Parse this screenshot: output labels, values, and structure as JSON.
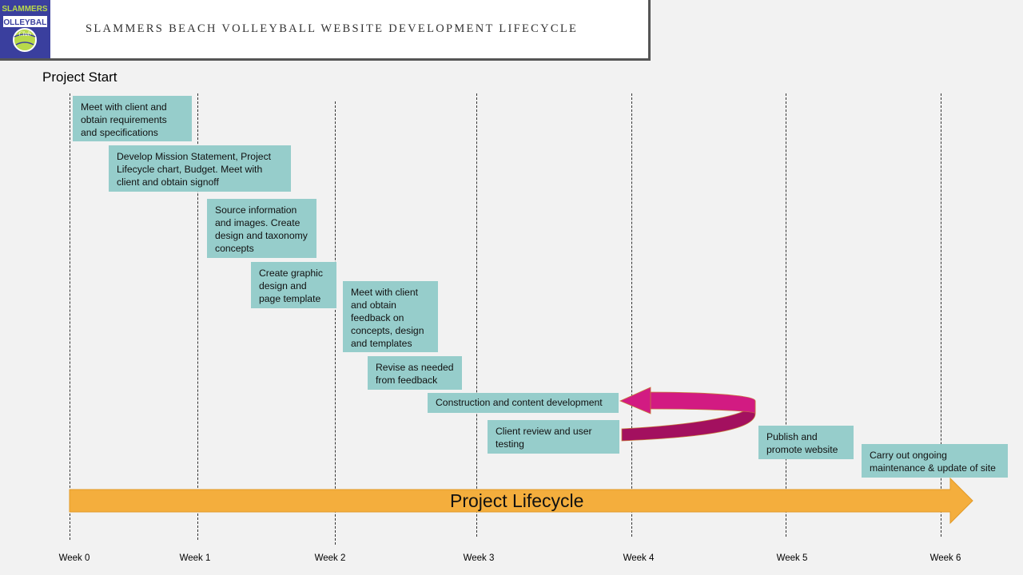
{
  "header": {
    "title": "SLAMMERS BEACH VOLLEYBALL WEBSITE DEVELOPMENT LIFECYCLE",
    "logo": {
      "line1": "SLAMMERS",
      "line2": "VOLLEYBALL",
      "line3": "Club"
    }
  },
  "project_start": "Project Start",
  "lifecycle_label": "Project Lifecycle",
  "tasks": [
    "Meet with client and obtain requirements and specifications",
    "Develop Mission Statement, Project Lifecycle chart, Budget. Meet with client and obtain signoff",
    "Source information and images. Create design and taxonomy concepts",
    "Create graphic design and page template",
    "Meet with client and obtain feedback on concepts, design and templates",
    "Revise as needed from feedback",
    "Construction and content development",
    "Client review and user testing",
    "Publish and promote website",
    "Carry out ongoing maintenance & update of site"
  ],
  "weeks": [
    "Week 0",
    "Week 1",
    "Week 2",
    "Week 3",
    "Week 4",
    "Week 5",
    "Week 6"
  ],
  "colors": {
    "box": "#96cdcb",
    "lifecycle_arrow": "#f4ae3d",
    "loop_arrow": "#c8147a"
  }
}
